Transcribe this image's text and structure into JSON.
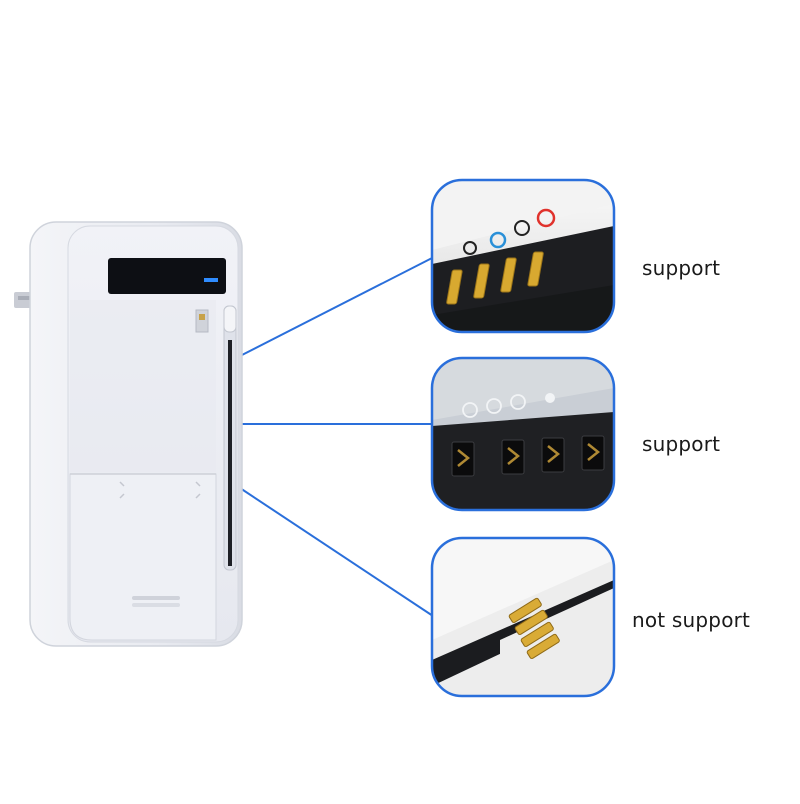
{
  "callouts": [
    {
      "label": "support"
    },
    {
      "label": "support"
    },
    {
      "label": "not support"
    }
  ],
  "colors": {
    "callout_line": "#2a6fdb",
    "frame_border": "#2a6fdb",
    "charger_body": "#eceef4",
    "battery_dark": "#1e1f22",
    "contact_gold": "#d8a930"
  },
  "icons": [
    "charger-device-icon",
    "battery-contacts-closeup-icon",
    "callout-line-icon"
  ]
}
